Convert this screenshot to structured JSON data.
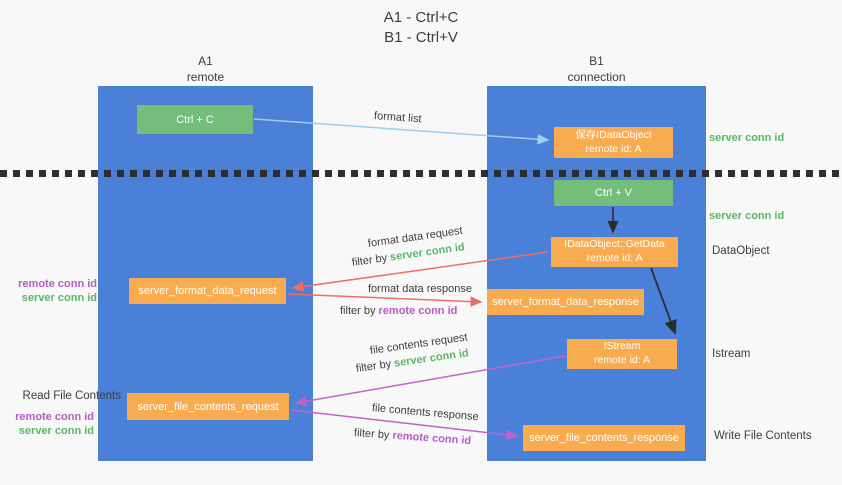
{
  "title": {
    "line1": "A1 - Ctrl+C",
    "line2": "B1 - Ctrl+V"
  },
  "lanes": {
    "a": {
      "name": "A1",
      "role": "remote"
    },
    "b": {
      "name": "B1",
      "role": "connection"
    }
  },
  "nodes": {
    "ctrl_c": {
      "label": "Ctrl + C"
    },
    "save_idataobject": {
      "line1": "保存IDataObject",
      "line2": "remote id: A"
    },
    "ctrl_v": {
      "label": "Ctrl + V"
    },
    "getdata": {
      "line1": "IDataObject::GetData",
      "line2": "remote id: A"
    },
    "format_request": {
      "label": "server_format_data_request"
    },
    "format_response": {
      "label": "server_format_data_response"
    },
    "istream": {
      "line1": "IStream",
      "line2": "remote id: A"
    },
    "file_request": {
      "label": "server_file_contents_request"
    },
    "file_response": {
      "label": "server_file_contents_response"
    }
  },
  "side_labels": {
    "server_conn_id_top": "server conn id",
    "server_conn_id_mid": "server conn id",
    "dataobject": "DataObject",
    "istream": "Istream",
    "write_file_contents": "Write File Contents",
    "read_file_contents": "Read File Contents",
    "left_remote_conn_id_1": "remote conn id",
    "left_server_conn_id_1": "server conn id",
    "left_remote_conn_id_2": "remote conn id",
    "left_server_conn_id_2": "server conn id"
  },
  "edge_labels": {
    "format_list": "format list",
    "format_data_request": "format data request",
    "filter_by_1_prefix": "filter by ",
    "filter_by_1_key": "server conn id",
    "format_data_response": "format data response",
    "filter_by_2_prefix": "filter by ",
    "filter_by_2_key": "remote conn id",
    "file_contents_request": "file contents request",
    "filter_by_3_prefix": "filter by ",
    "filter_by_3_key": "server conn id",
    "file_contents_response": "file contents response",
    "filter_by_4_prefix": "filter by ",
    "filter_by_4_key": "remote conn id"
  },
  "colors": {
    "background": "#f8f8f8",
    "lane_blue": "#4a80d8",
    "box_green": "#74bd7b",
    "box_orange": "#f9ab4f",
    "text_dark": "#3d3d3d",
    "id_green": "#5cb567",
    "id_purple": "#b45cc6",
    "arrow_lightblue": "#9ccff0",
    "arrow_red": "#ee6e64",
    "arrow_magenta": "#c263ca",
    "arrow_black": "#2b2b2b"
  }
}
